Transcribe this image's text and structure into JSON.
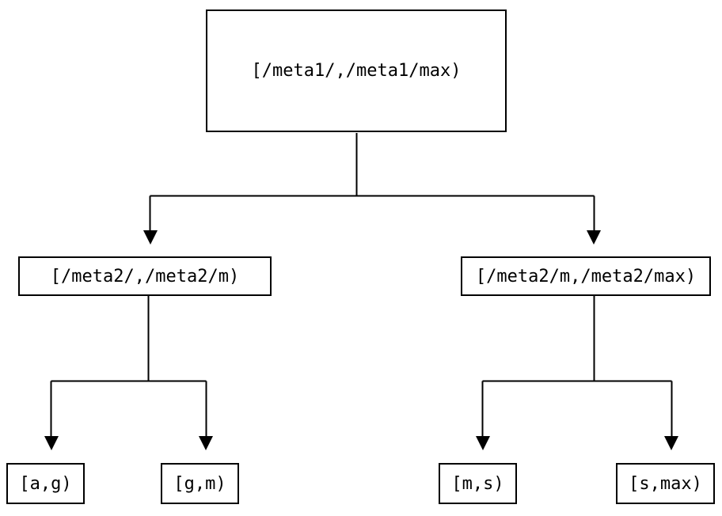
{
  "diagram": {
    "root": {
      "label": "[/meta1/,/meta1/max)"
    },
    "level2": [
      {
        "label": "[/meta2/,/meta2/m)"
      },
      {
        "label": "[/meta2/m,/meta2/max)"
      }
    ],
    "leaves": [
      {
        "label": "[a,g)"
      },
      {
        "label": "[g,m)"
      },
      {
        "label": "[m,s)"
      },
      {
        "label": "[s,max)"
      }
    ],
    "colors": {
      "stroke": "#000000",
      "background": "#ffffff"
    }
  }
}
